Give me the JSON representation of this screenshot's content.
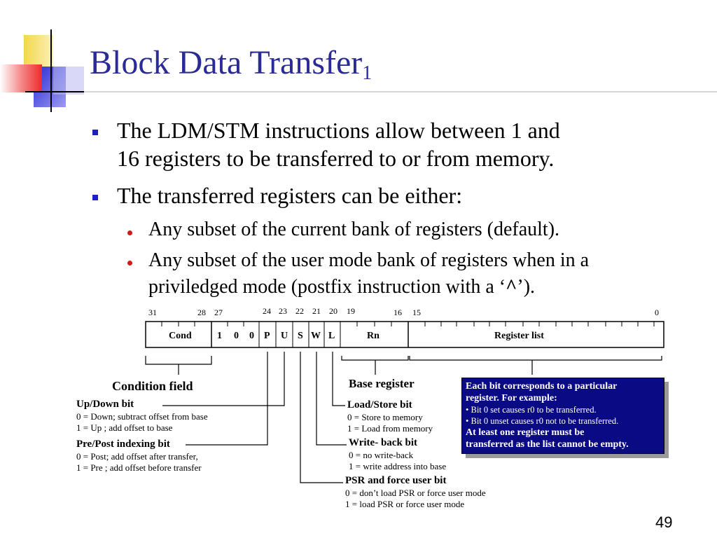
{
  "slide": {
    "title": "Block Data Transfer",
    "title_subscript": "1",
    "bullets": [
      {
        "line1": "The LDM/STM instructions allow between 1 and",
        "line2": "16 registers to be transferred to or from memory."
      },
      {
        "line1": "The transferred registers can be either:"
      }
    ],
    "subbullets": [
      {
        "line1": "Any subset of the current bank of registers (default)."
      },
      {
        "line1": "Any subset of the user mode bank of registers when in a",
        "line2_pre": "priviledged mode (postfix instruction with a ‘",
        "caret": "^",
        "line2_post": "’)."
      }
    ],
    "page_number": "49"
  },
  "diagram": {
    "bit_numbers": [
      "31",
      "28",
      "27",
      "24",
      "23",
      "22",
      "21",
      "20",
      "19",
      "16",
      "15",
      "0"
    ],
    "fields": [
      "Cond",
      "1",
      "0",
      "0",
      "P",
      "U",
      "S",
      "W",
      "L",
      "Rn",
      "Register list"
    ],
    "labels": {
      "condition_field": "Condition field",
      "base_register": "Base register",
      "updown_title": "Up/Down bit",
      "updown_l1": "0 = Down; subtract offset from base",
      "updown_l2": "1 = Up ; add offset to base",
      "prepost_title": "Pre/Post indexing bit",
      "prepost_l1": "0 = Post; add offset after transfer,",
      "prepost_l2": "1 = Pre ; add offset before transfer",
      "loadstore_title": "Load/Store bit",
      "loadstore_l1": "0 = Store to memory",
      "loadstore_l2": "1 = Load from memory",
      "writeback_title": "Write- back bit",
      "writeback_l1": "0 = no write-back",
      "writeback_l2": "1 = write address into base",
      "psr_title": "PSR and force user bit",
      "psr_l1": "0 = don’t load PSR or force user mode",
      "psr_l2": "1 = load PSR or force user mode"
    },
    "infobox": {
      "l1": "Each bit corresponds to a particular",
      "l2": "register. For example:",
      "l3": "• Bit 0 set causes r0 to be transferred.",
      "l4": "• Bit 0 unset causes r0 not to be transferred.",
      "l5": "At least one register must be",
      "l6": "transferred as the list cannot be empty."
    }
  },
  "colors": {
    "title": "#2b2b96",
    "bullet_square": "#1f1fbd",
    "bullet_dot": "#d21a1a",
    "infobox_bg": "#0a0a84",
    "deco_yellow": "#f2d84a",
    "deco_blue": "#2a2ad6",
    "deco_red": "#ee2a2a"
  }
}
